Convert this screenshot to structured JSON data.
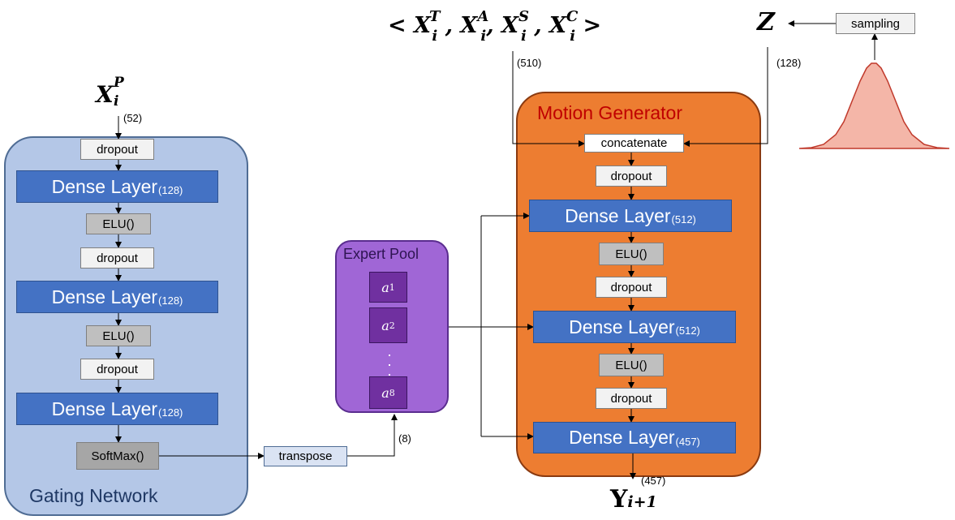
{
  "gating": {
    "title": "Gating Network",
    "input_dim": "(52)",
    "dropout_1": "dropout",
    "dense_1": "Dense Layer",
    "dense_1_size": "(128)",
    "elu_1": "ELU()",
    "dropout_2": "dropout",
    "dense_2": "Dense Layer",
    "dense_2_size": "(128)",
    "elu_2": "ELU()",
    "dropout_3": "dropout",
    "dense_3": "Dense Layer",
    "dense_3_size": "(128)",
    "softmax": "SoftMax()"
  },
  "transpose": {
    "label": "transpose",
    "dim": "(8)"
  },
  "expert_pool": {
    "title": "Expert Pool",
    "experts": [
      {
        "base": "a",
        "sub": "1"
      },
      {
        "base": "a",
        "sub": "2"
      },
      {
        "base": "a",
        "sub": "8"
      }
    ]
  },
  "motion": {
    "title": "Motion Generator",
    "concatenate": "concatenate",
    "dropout_1": "dropout",
    "dense_1": "Dense Layer",
    "dense_1_size": "(512)",
    "elu_1": "ELU()",
    "dropout_2": "dropout",
    "dense_2": "Dense Layer",
    "dense_2_size": "(512)",
    "elu_2": "ELU()",
    "dropout_3": "dropout",
    "dense_3": "Dense Layer",
    "dense_3_size": "(457)",
    "output_dim": "(457)"
  },
  "inputs": {
    "condition": "< X",
    "condition_dim": "(510)",
    "latent": "Z",
    "latent_dim": "(128)",
    "sampling": "sampling",
    "phase_base": "X",
    "phase_sub": "i",
    "phase_sup": "P"
  },
  "output": {
    "base": "Y",
    "sub": "i+1"
  },
  "colors": {
    "gating_panel": "#b4c7e7",
    "motion_panel": "#ed7d31",
    "expert_panel": "#a066d6",
    "dense_layer": "#4472c4",
    "expert_box": "#7030a0",
    "gaussian": "#f4b6a8"
  }
}
